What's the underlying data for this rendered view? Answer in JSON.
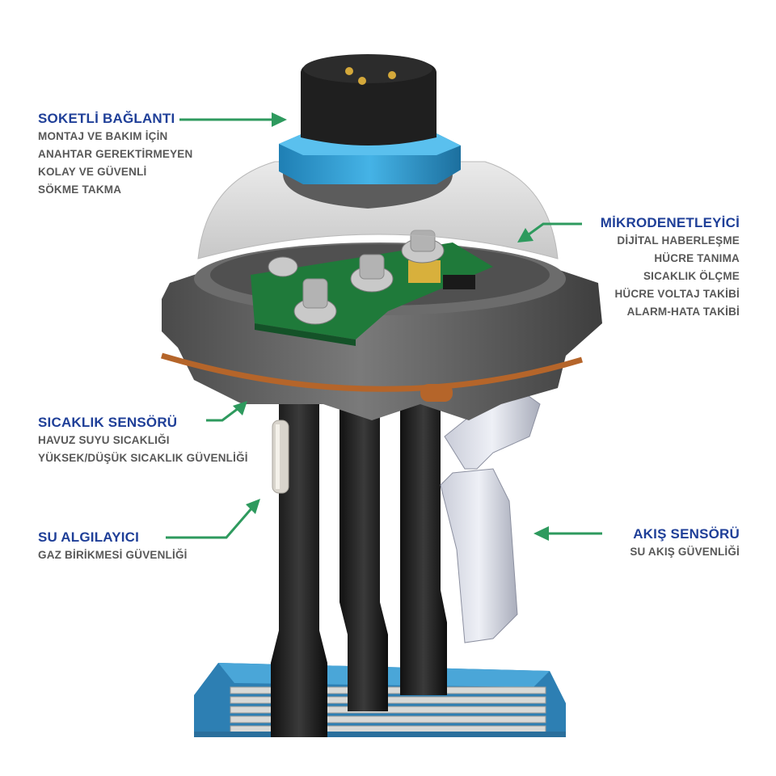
{
  "callouts": {
    "socket": {
      "title": "SOKETLİ BAĞLANTI",
      "lines": [
        "MONTAJ VE BAKIM İÇİN",
        "ANAHTAR GEREKTİRMEYEN",
        "KOLAY VE GÜVENLİ",
        "SÖKME TAKMA"
      ]
    },
    "micro": {
      "title": "MİKRODENETLEYİCİ",
      "lines": [
        "DİJİTAL HABERLEŞME",
        "HÜCRE TANIMA",
        "SICAKLIK ÖLÇME",
        "HÜCRE VOLTAJ TAKİBİ",
        "ALARM-HATA TAKİBİ"
      ]
    },
    "temp": {
      "title": "SICAKLIK SENSÖRÜ",
      "lines": [
        "HAVUZ SUYU SICAKLIĞI",
        "YÜKSEK/DÜŞÜK SICAKLIK GÜVENLİĞİ"
      ]
    },
    "water": {
      "title": "SU ALGILAYICI",
      "lines": [
        "GAZ BİRİKMESİ GÜVENLİĞİ"
      ]
    },
    "flow": {
      "title": "AKIŞ SENSÖRÜ",
      "lines": [
        "SU AKIŞ GÜVENLİĞİ"
      ]
    }
  },
  "colors": {
    "title": "#1f3f98",
    "text": "#585858",
    "arrow": "#2e9a5e",
    "nut": "#2f9fd4",
    "housing": "#5a5a5a",
    "pcb": "#1f7a3a",
    "oring": "#b5652a"
  }
}
